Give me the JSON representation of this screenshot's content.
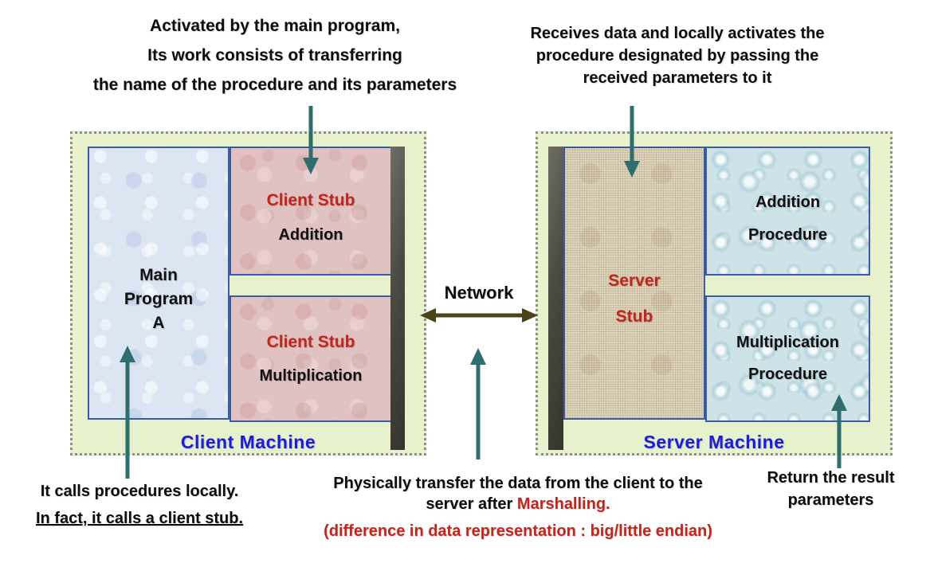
{
  "annotations": {
    "top_left": {
      "lines": [
        "Activated by the main program,",
        "Its work consists of transferring",
        "the name of the procedure and its parameters"
      ]
    },
    "top_right": {
      "lines": [
        "Receives data and locally activates the",
        "procedure designated by passing the",
        "received parameters to it"
      ]
    },
    "bottom_left": {
      "line1": "It calls procedures locally.",
      "line2": "In fact, it calls a client stub."
    },
    "bottom_center": {
      "line1": "Physically transfer the data from the client to the",
      "line2_black": "server after ",
      "line2_red": "Marshalling.",
      "line3": "(difference in  data representation : big/little endian)"
    },
    "bottom_right": {
      "lines": [
        "Return the result",
        "parameters"
      ]
    }
  },
  "network": {
    "label": "Network"
  },
  "client_machine": {
    "label": "Client Machine",
    "main_program": {
      "lines": [
        "Main",
        "Program",
        "A"
      ]
    },
    "stub_addition": {
      "title": "Client Stub",
      "subtitle": "Addition"
    },
    "stub_multiplication": {
      "title": "Client Stub",
      "subtitle": "Multiplication"
    }
  },
  "server_machine": {
    "label": "Server Machine",
    "server_stub": {
      "lines": [
        "Server",
        "Stub"
      ]
    },
    "addition_procedure": {
      "lines": [
        "Addition",
        "Procedure"
      ]
    },
    "multiplication_procedure": {
      "lines": [
        "Multiplication",
        "Procedure"
      ]
    }
  },
  "colors": {
    "machine_background": "#e7f1cc",
    "box_border_blue": "#3b5ba5",
    "machine_label_blue": "#1c1ce0",
    "stub_red_text": "#c2251c",
    "teal_arrow": "#2e6f6e",
    "network_arrow_olive": "#4a4418",
    "dark_bar": "#3a3a32"
  }
}
